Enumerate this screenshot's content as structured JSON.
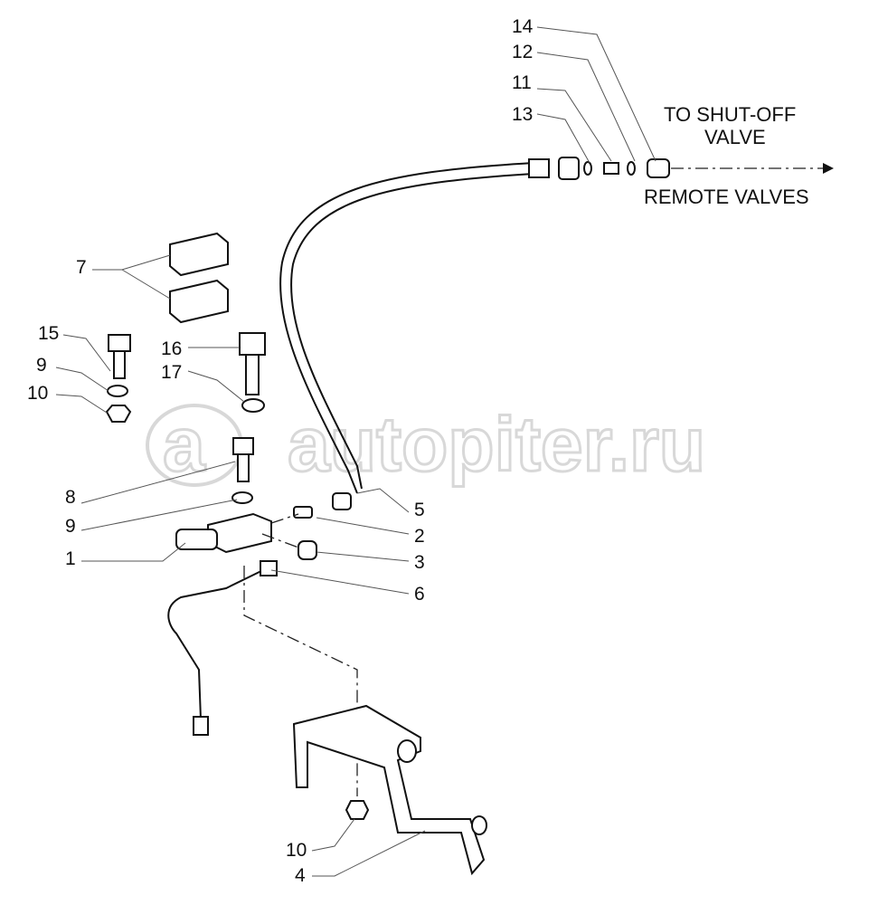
{
  "watermark": "autopiter.ru",
  "notes": {
    "to_shutoff_line1": "TO SHUT-OFF",
    "to_shutoff_line2": "VALVE",
    "remote_valves": "REMOTE VALVES"
  },
  "callouts": {
    "c14": "14",
    "c12": "12",
    "c11": "11",
    "c13": "13",
    "c7": "7",
    "c15": "15",
    "c9a": "9",
    "c10a": "10",
    "c16": "16",
    "c17": "17",
    "c8": "8",
    "c9b": "9",
    "c1": "1",
    "c5": "5",
    "c2": "2",
    "c3": "3",
    "c6": "6",
    "c10b": "10",
    "c4": "4"
  }
}
